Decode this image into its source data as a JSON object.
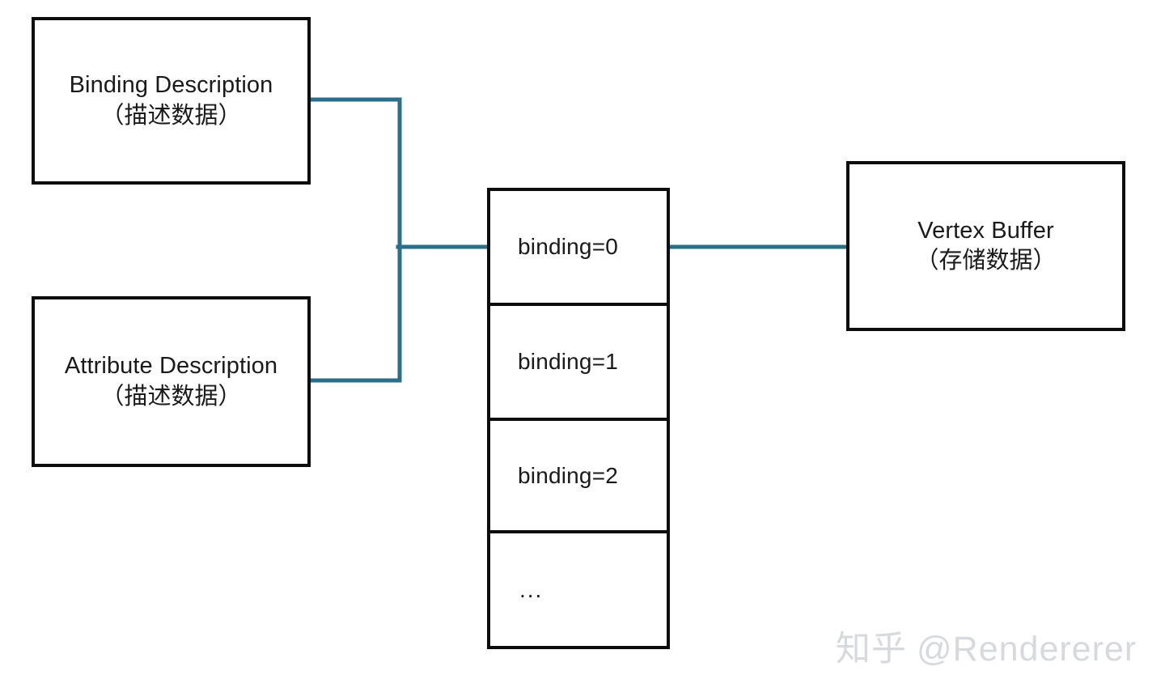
{
  "diagram": {
    "type": "block-flow-diagram",
    "background_color": "#ffffff",
    "box_border_color": "#0d0d0d",
    "connector_color": "#2a6e8a",
    "text_color": "#1a1a1a",
    "nodes": {
      "binding_description": {
        "title": "Binding Description",
        "subtitle": "（描述数据）"
      },
      "attribute_description": {
        "title": "Attribute Description",
        "subtitle": "（描述数据）"
      },
      "vertex_buffer": {
        "title": "Vertex Buffer",
        "subtitle": "（存储数据）"
      }
    },
    "binding_stack": {
      "cells": [
        {
          "label": "binding=0"
        },
        {
          "label": "binding=1"
        },
        {
          "label": "binding=2"
        },
        {
          "label": "..."
        }
      ]
    },
    "connectors": [
      {
        "from": "binding_description",
        "to": "binding_stack"
      },
      {
        "from": "attribute_description",
        "to": "binding_stack"
      },
      {
        "from": "binding_stack",
        "to": "vertex_buffer"
      }
    ]
  },
  "watermark": {
    "site": "知乎",
    "handle": "@Rendererer",
    "color": "#d7d9dc"
  }
}
